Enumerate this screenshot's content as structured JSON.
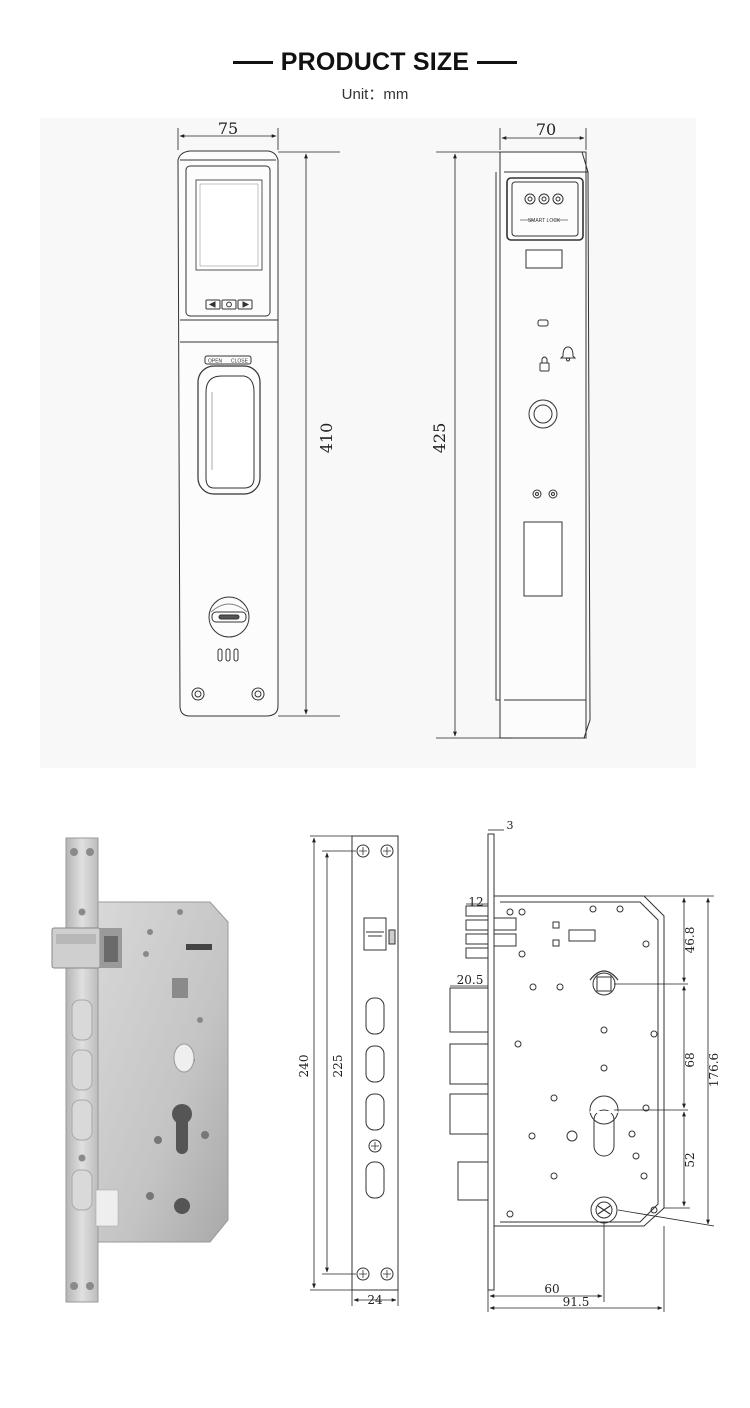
{
  "header": {
    "title": "PRODUCT SIZE",
    "unit": "Unit：mm"
  },
  "front_view": {
    "width": "75",
    "height": "410",
    "btn_open": "OPEN",
    "btn_close": "CLOSE"
  },
  "back_view": {
    "width": "70",
    "height": "425",
    "label": "SMART LOCK"
  },
  "faceplate": {
    "total_length": "240",
    "hole_spacing": "225",
    "width": "24"
  },
  "mortise": {
    "faceplate_thickness": "3",
    "latch_depth": "12",
    "bolt_depth": "20.5",
    "dim_a": "46.8",
    "dim_b": "68",
    "dim_c": "52",
    "dim_total": "176.6",
    "backset": "60",
    "body_width": "91.5"
  },
  "colors": {
    "line": "#333333",
    "steel": "#c9c9c9",
    "panel": "#f8f8f8"
  }
}
